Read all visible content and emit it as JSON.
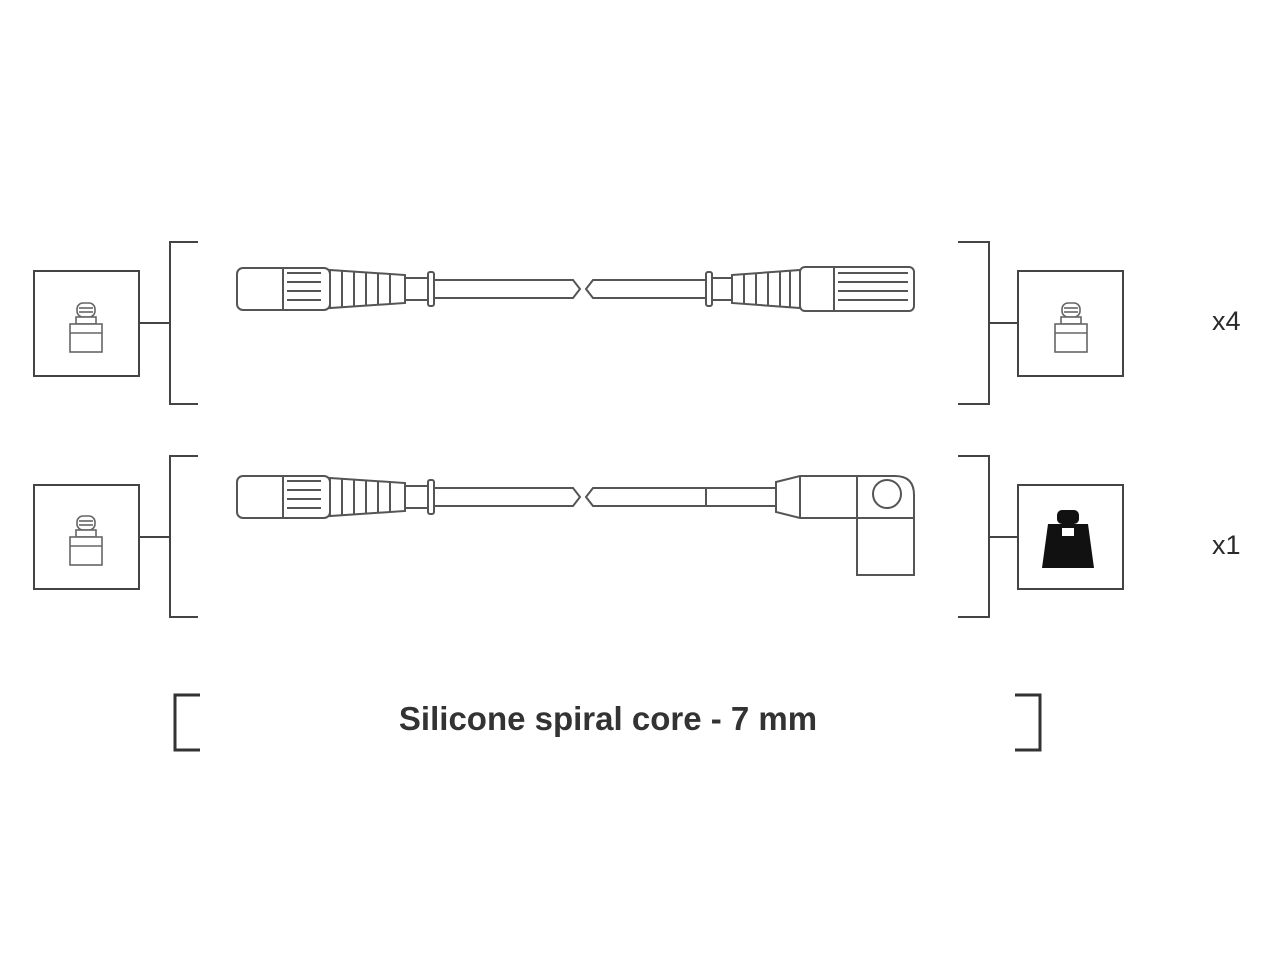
{
  "rows": [
    {
      "id": "row-1",
      "quantity": "x4",
      "left_connector": "plug-cap-icon",
      "right_connector": "plug-cap-icon",
      "cable_end": "straight-boot"
    },
    {
      "id": "row-2",
      "quantity": "x1",
      "left_connector": "plug-cap-icon",
      "right_connector": "black-terminal-icon",
      "cable_end": "angled-boot"
    }
  ],
  "caption": "Silicone spiral core - 7 mm",
  "colors": {
    "line": "#444444",
    "fill": "#ffffff",
    "terminal": "#111111",
    "text": "#333333"
  }
}
